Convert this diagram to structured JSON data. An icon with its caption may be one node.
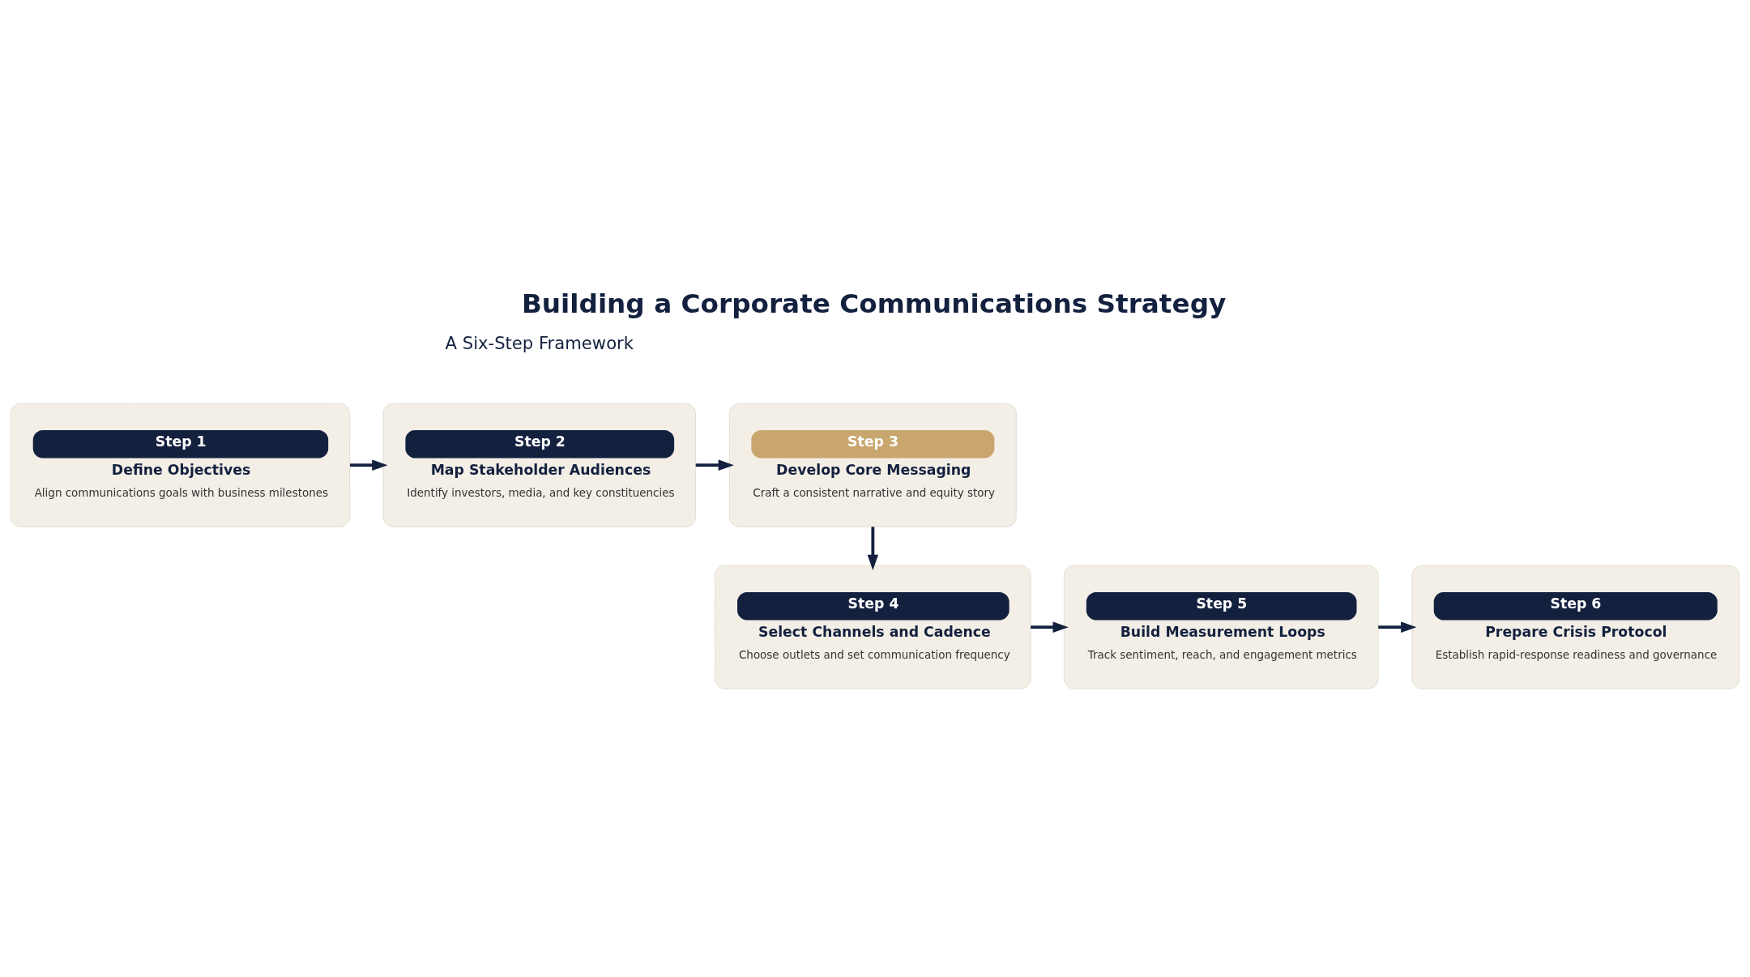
{
  "diagram": {
    "title": "Building a Corporate Communications Strategy",
    "nodes": [
      {
        "text": [
          "Step 1",
          "Define Objectives",
          "Align communications goals with business milestones"
        ]
      },
      {
        "text": [
          "Step 2",
          "Map Stakeholder Audiences",
          "Identify investors, media, and key constituencies"
        ]
      },
      {
        "text": [
          "Step 3",
          "Develop Core Messaging",
          "Craft a consistent narrative and equity story"
        ]
      },
      {
        "text": [
          "Step 4",
          "Select Channels and Cadence",
          "Choose outlets and set communication frequency"
        ]
      },
      {
        "text": [
          "Step 5",
          "Build Measurement Loops",
          "Track sentiment, reach, and engagement metrics"
        ]
      },
      {
        "text": [
          "Step 6",
          "Prepare Crisis Protocol",
          "Establish rapid-response readiness and governance"
        ]
      }
    ],
    "edges": [
      {
        "from": 0,
        "to": 1,
        "arrow": "to"
      },
      {
        "from": 1,
        "to": 2,
        "arrow": "to"
      },
      {
        "from": 2,
        "to": 3,
        "arrow": "to"
      },
      {
        "from": 3,
        "to": 4,
        "arrow": "to"
      },
      {
        "from": 4,
        "to": 5,
        "arrow": "to"
      }
    ],
    "labels": [
      "A Six-Step Framework"
    ]
  }
}
